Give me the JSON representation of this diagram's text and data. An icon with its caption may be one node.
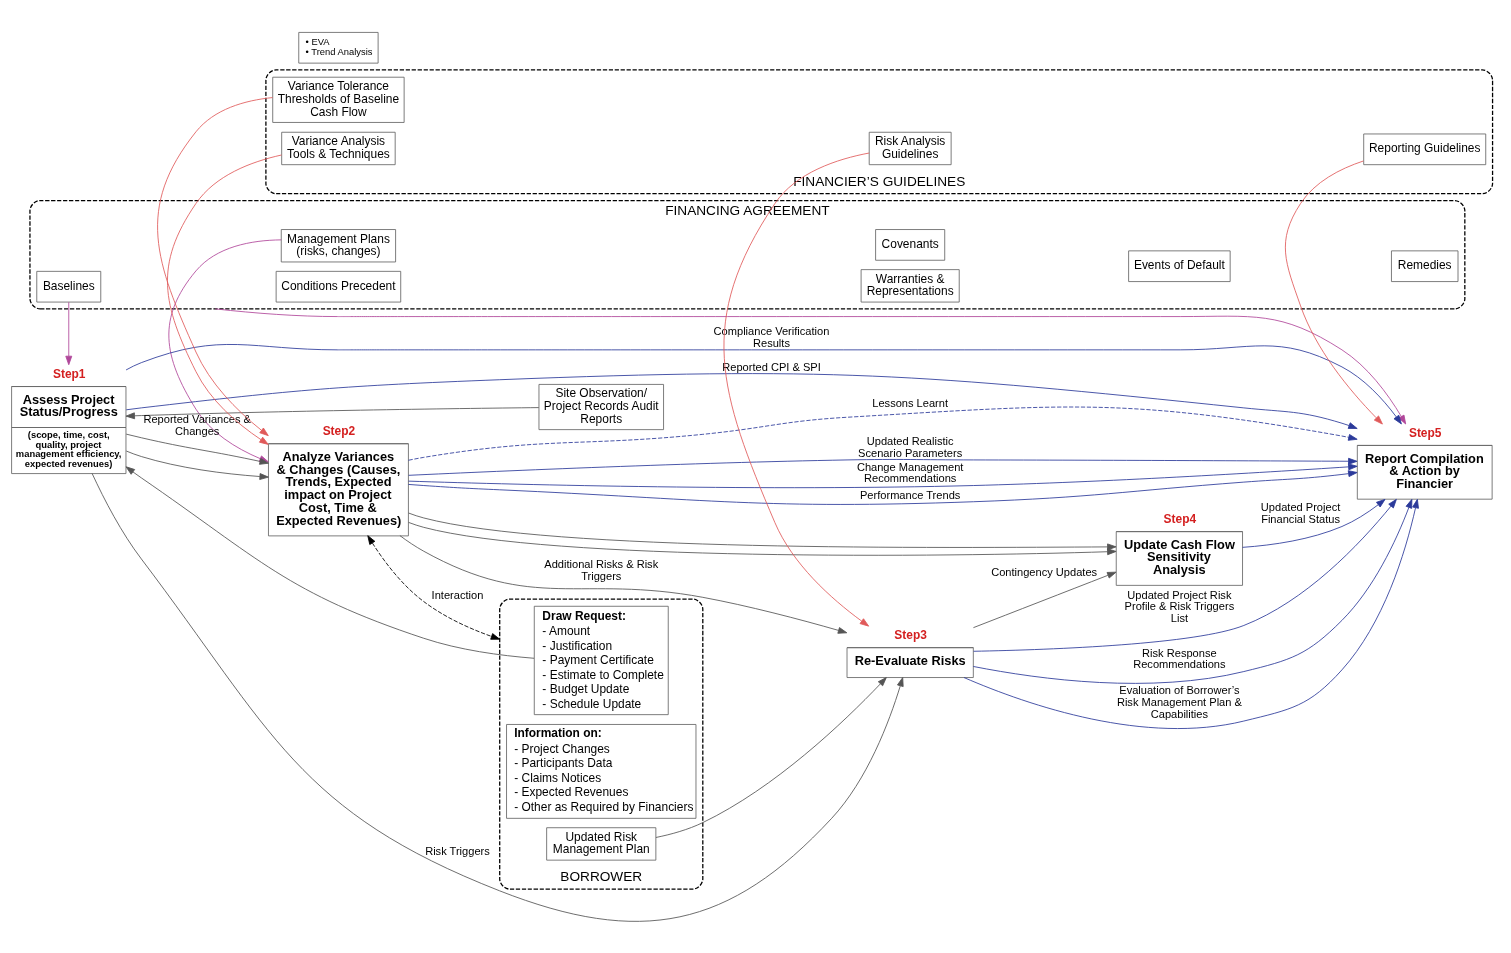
{
  "diagram": {
    "nodes": [
      {
        "text": [
          "FINANCING AGREEMENT"
        ]
      },
      {
        "text": [
          "Baselines"
        ],
        "in": 0
      },
      {
        "text": [
          "Management Plans (risks, changes)"
        ],
        "in": 0
      },
      {
        "text": [
          "Conditions Precedent"
        ],
        "in": 0
      },
      {
        "text": [
          "Covenants"
        ],
        "in": 0
      },
      {
        "text": [
          "Warranties & Representations"
        ],
        "in": 0
      },
      {
        "text": [
          "Events of Default"
        ],
        "in": 0
      },
      {
        "text": [
          "Remedies"
        ],
        "in": 0
      },
      {
        "text": [
          "Site Observation/ Project Records Audit Reports"
        ]
      },
      {
        "text": [
          "BORROWER"
        ]
      },
      {
        "text": [
          "Draw Request:",
          "- Amount",
          "- Justification",
          "- Payment Certificate",
          "- Estimate to Complete",
          "- Budget Update",
          "- Schedule Update"
        ],
        "in": 9
      },
      {
        "text": [
          "Information on:",
          "- Project Changes",
          "- Participants Data",
          "- Claims Notices",
          "- Expected Revenues",
          "- Other as Required by Financiers"
        ],
        "in": 9
      },
      {
        "text": [
          "Updated Risk Management Plan"
        ],
        "in": 9
      },
      {
        "text": [
          "Step1",
          "Assess Project Status/Progress",
          "(scope, time, cost, quality, project management efficiency, expected revenues)"
        ]
      },
      {
        "text": [
          "Step2",
          "Analyze Variances & Changes (Causes, Trends, Expected impact on Project Cost, Time & Expected Revenues)"
        ]
      },
      {
        "text": [
          "Step3",
          "Re-Evaluate Risks"
        ]
      },
      {
        "text": [
          "Step4",
          "Update Cash Flow Sensitivity Analysis"
        ]
      },
      {
        "text": [
          "Step5",
          "Report Compilation & Action by Financier"
        ]
      },
      {
        "text": [
          "FINANCIER’S GUIDELINES"
        ]
      },
      {
        "text": [
          "Variance Tolerance Thresholds of Baseline Cash Flow"
        ],
        "in": 18
      },
      {
        "text": [
          "Variance Analysis Tools & Techniques"
        ],
        "in": 18
      },
      {
        "text": [
          "Risk Analysis Guidelines"
        ],
        "in": 18
      },
      {
        "text": [
          "Reporting Guidelines"
        ],
        "in": 18
      },
      {
        "text": [
          "• EVA",
          "• Trend Analysis"
        ]
      }
    ],
    "edges": [
      {
        "from": 1,
        "to": 13,
        "arrow": "to",
        "color": "#b0479a"
      },
      {
        "from": 2,
        "to": 14,
        "arrow": "to",
        "color": "#b0479a"
      },
      {
        "from": 0,
        "to": 17,
        "arrow": "to",
        "color": "#b0479a"
      },
      {
        "from": 8,
        "to": 13,
        "arrow": "to",
        "color": "#555555"
      },
      {
        "from": 10,
        "to": 13,
        "arrow": "to",
        "color": "#555555"
      },
      {
        "from": 13,
        "to": 17,
        "label": "Compliance Verification Results",
        "arrow": "to"
      },
      {
        "from": 13,
        "to": 17,
        "label": "Reported CPI & SPI",
        "arrow": "to"
      },
      {
        "from": 13,
        "to": 14,
        "arrow": "to",
        "color": "#555555"
      },
      {
        "from": 13,
        "to": 14,
        "label": "Reported Variances & Changes",
        "arrow": "to",
        "color": "#555555"
      },
      {
        "from": 13,
        "to": 15,
        "label": "Risk Triggers",
        "arrow": "to",
        "color": "#555555"
      },
      {
        "from": 14,
        "to": 17,
        "label": "Lessons Learnt",
        "arrow": "to",
        "style": "dashed"
      },
      {
        "from": 14,
        "to": 17,
        "label": "Updated Realistic Scenario Parameters",
        "arrow": "to"
      },
      {
        "from": 14,
        "to": 17,
        "label": "Change Management Recommendations",
        "arrow": "to"
      },
      {
        "from": 14,
        "to": 17,
        "label": "Performance Trends",
        "arrow": "to"
      },
      {
        "from": 14,
        "to": 15,
        "label": "Additional Risks & Risk Triggers",
        "arrow": "to",
        "color": "#555555"
      },
      {
        "from": 14,
        "to": 16,
        "arrow": "to",
        "color": "#555555"
      },
      {
        "from": 14,
        "to": 16,
        "arrow": "to",
        "color": "#555555"
      },
      {
        "from": 15,
        "to": 17,
        "label": "Updated Project Risk Profile & Risk Triggers List",
        "arrow": "to"
      },
      {
        "from": 15,
        "to": 17,
        "label": "Risk Response Recommendations",
        "arrow": "to"
      },
      {
        "from": 15,
        "to": 17,
        "label": "Evaluation of Borrower’s Risk Management Plan & Capabilities",
        "arrow": "to"
      },
      {
        "from": 15,
        "to": 16,
        "label": "Contingency Updates",
        "arrow": "to",
        "color": "#555555"
      },
      {
        "from": 16,
        "to": 17,
        "label": "Updated Project Financial Status",
        "arrow": "to"
      },
      {
        "from": 12,
        "to": 15,
        "arrow": "to",
        "color": "#555555"
      },
      {
        "from": 14,
        "to": 9,
        "label": "Interaction",
        "arrow": "both",
        "style": "dashed",
        "color": "#000000"
      },
      {
        "from": 19,
        "to": 14,
        "arrow": "to",
        "color": "#e05a5a"
      },
      {
        "from": 20,
        "to": 14,
        "arrow": "to",
        "color": "#e05a5a"
      },
      {
        "from": 21,
        "to": 15,
        "arrow": "to",
        "color": "#e05a5a"
      },
      {
        "from": 22,
        "to": 17,
        "arrow": "to",
        "color": "#e05a5a"
      }
    ]
  }
}
